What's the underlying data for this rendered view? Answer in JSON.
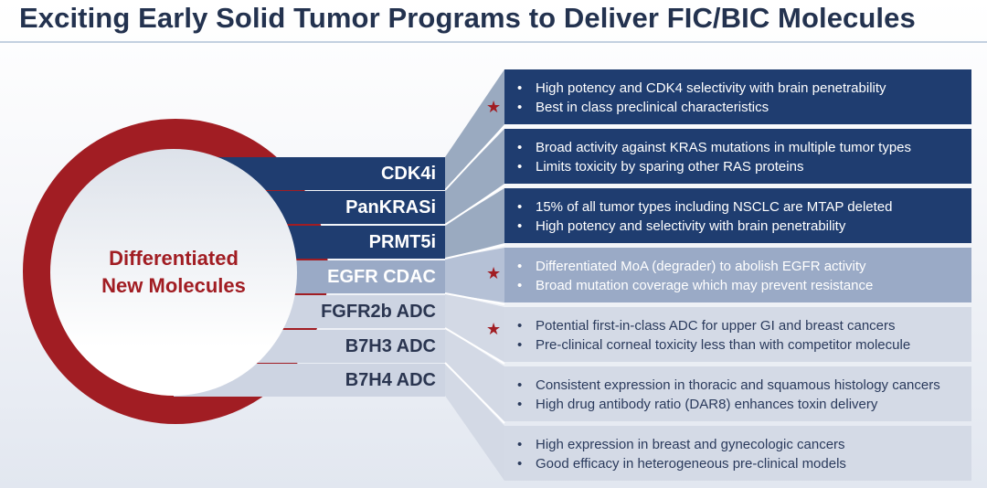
{
  "title": "Exciting Early Solid Tumor Programs to Deliver FIC/BIC Molecules",
  "center": {
    "line1": "Differentiated",
    "line2": "New Molecules"
  },
  "programs": [
    {
      "name": "CDK4i",
      "bullets": [
        "High potency and CDK4 selectivity with brain penetrability",
        "Best in class preclinical characteristics"
      ],
      "starred": true
    },
    {
      "name": "PanKRASi",
      "bullets": [
        "Broad activity against KRAS mutations in multiple tumor types",
        "Limits toxicity by sparing other RAS proteins"
      ],
      "starred": false
    },
    {
      "name": "PRMT5i",
      "bullets": [
        "15% of all tumor types including NSCLC are MTAP deleted",
        "High potency and selectivity with brain penetrability"
      ],
      "starred": false
    },
    {
      "name": "EGFR CDAC",
      "bullets": [
        "Differentiated MoA (degrader) to abolish EGFR activity",
        "Broad mutation coverage which may prevent resistance"
      ],
      "starred": true
    },
    {
      "name": "FGFR2b ADC",
      "bullets": [
        "Potential first-in-class ADC for upper GI and breast cancers",
        "Pre-clinical corneal toxicity less than with competitor molecule"
      ],
      "starred": true
    },
    {
      "name": "B7H3 ADC",
      "bullets": [
        "Consistent expression in thoracic and squamous histology cancers",
        "High drug antibody ratio (DAR8) enhances toxin delivery"
      ],
      "starred": false
    },
    {
      "name": "B7H4 ADC",
      "bullets": [
        "High expression in breast and gynecologic cancers",
        "Good efficacy in heterogeneous pre-clinical models"
      ],
      "starred": false
    }
  ],
  "colors": {
    "navy": "#1f3d70",
    "accent_red": "#a11d23",
    "mid": "#9aaac6",
    "light": "#cdd4e2"
  }
}
